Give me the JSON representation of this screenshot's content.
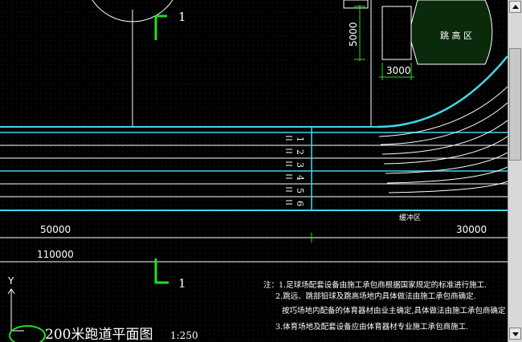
{
  "drawing": {
    "jump_area_label": "跳 高 区",
    "runup_area_label": "缓冲区",
    "section_marker": "1",
    "lane_numbers": [
      "1",
      "2",
      "3",
      "4",
      "5",
      "6"
    ],
    "dimensions": {
      "d5000": "5000",
      "d3000": "3000",
      "d50000": "50000",
      "d30000": "30000",
      "d110000": "110000"
    },
    "title": "200米跑道平面图",
    "scale": "1:250",
    "notes": [
      "注：1.足球场配套设备由施工承包商根据国家规定的标准进行施工.",
      "2.跳远、跳部铅球及跳高场地内具体做法由施工承包商确定.",
      "按巧场地内配备的体育器材由业主确定,具体做法由施工承包商确定",
      "3.体育场地及配套设备应由体育器材专业施工承包商施工."
    ],
    "axis_y_label": "Y"
  },
  "colors": {
    "background": "#000000",
    "cyan": "#3fd8e8",
    "green": "#22dd22",
    "white": "#ffffff"
  }
}
